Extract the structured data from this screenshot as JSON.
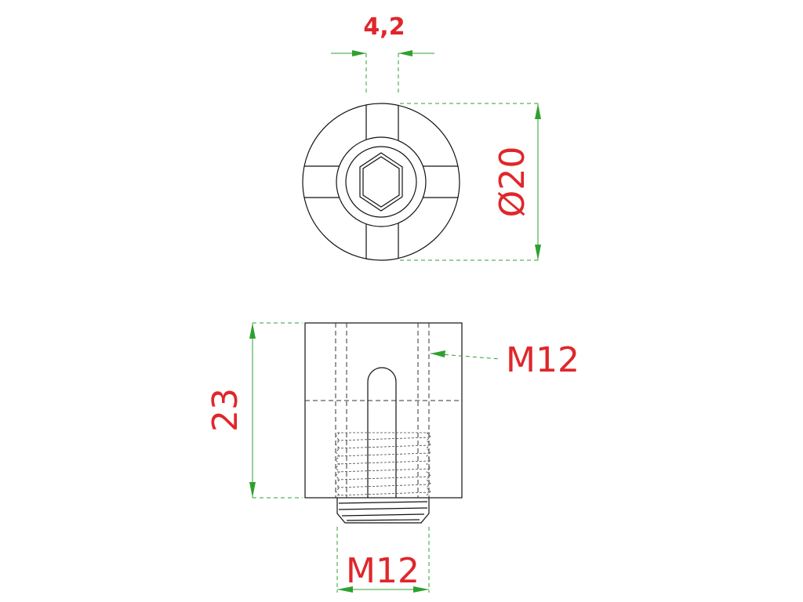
{
  "drawing": {
    "dimensions": {
      "slot_width": "4,2",
      "diameter": "Ø20",
      "height": "23",
      "side_thread": "M12",
      "bottom_thread": "M12"
    },
    "colors": {
      "outline": "#111111",
      "dimension_lines": "#2fa02f",
      "dimension_text": "#e0262a"
    }
  }
}
